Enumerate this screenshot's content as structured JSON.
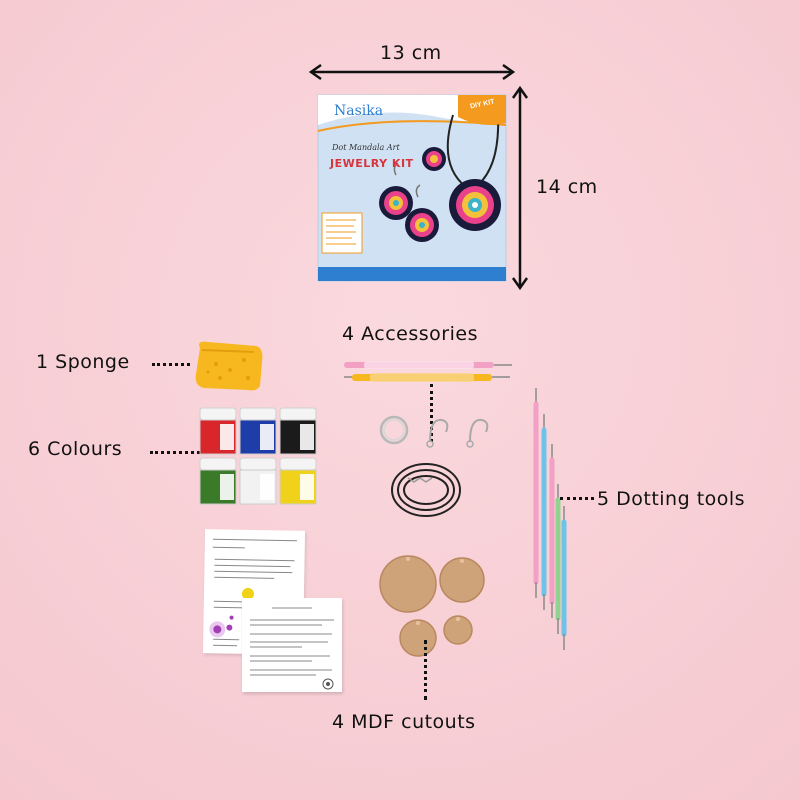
{
  "dimensions": {
    "width": "13 cm",
    "height": "14 cm"
  },
  "labels": {
    "sponge": "1 Sponge",
    "colours": "6 Colours",
    "accessories": "4 Accessories",
    "dotting_tools": "5 Dotting tools",
    "mdf": "4 MDF cutouts"
  },
  "box": {
    "brand": "Nasika",
    "subtitle": "Dot Mandala Art",
    "title": "JEWELRY KIT",
    "badge": "DIY KIT"
  },
  "colors": {
    "background": "#f7cfd5",
    "box_blue": "#cfe1f3",
    "title_red": "#d9343c",
    "badge_orange": "#f39a1f",
    "sponge_yellow": "#f7b81f"
  },
  "paint_colors": [
    "#d8262a",
    "#1f3da8",
    "#1b1b1b",
    "#3b7a28",
    "#f2f2f2",
    "#f0d21a"
  ]
}
